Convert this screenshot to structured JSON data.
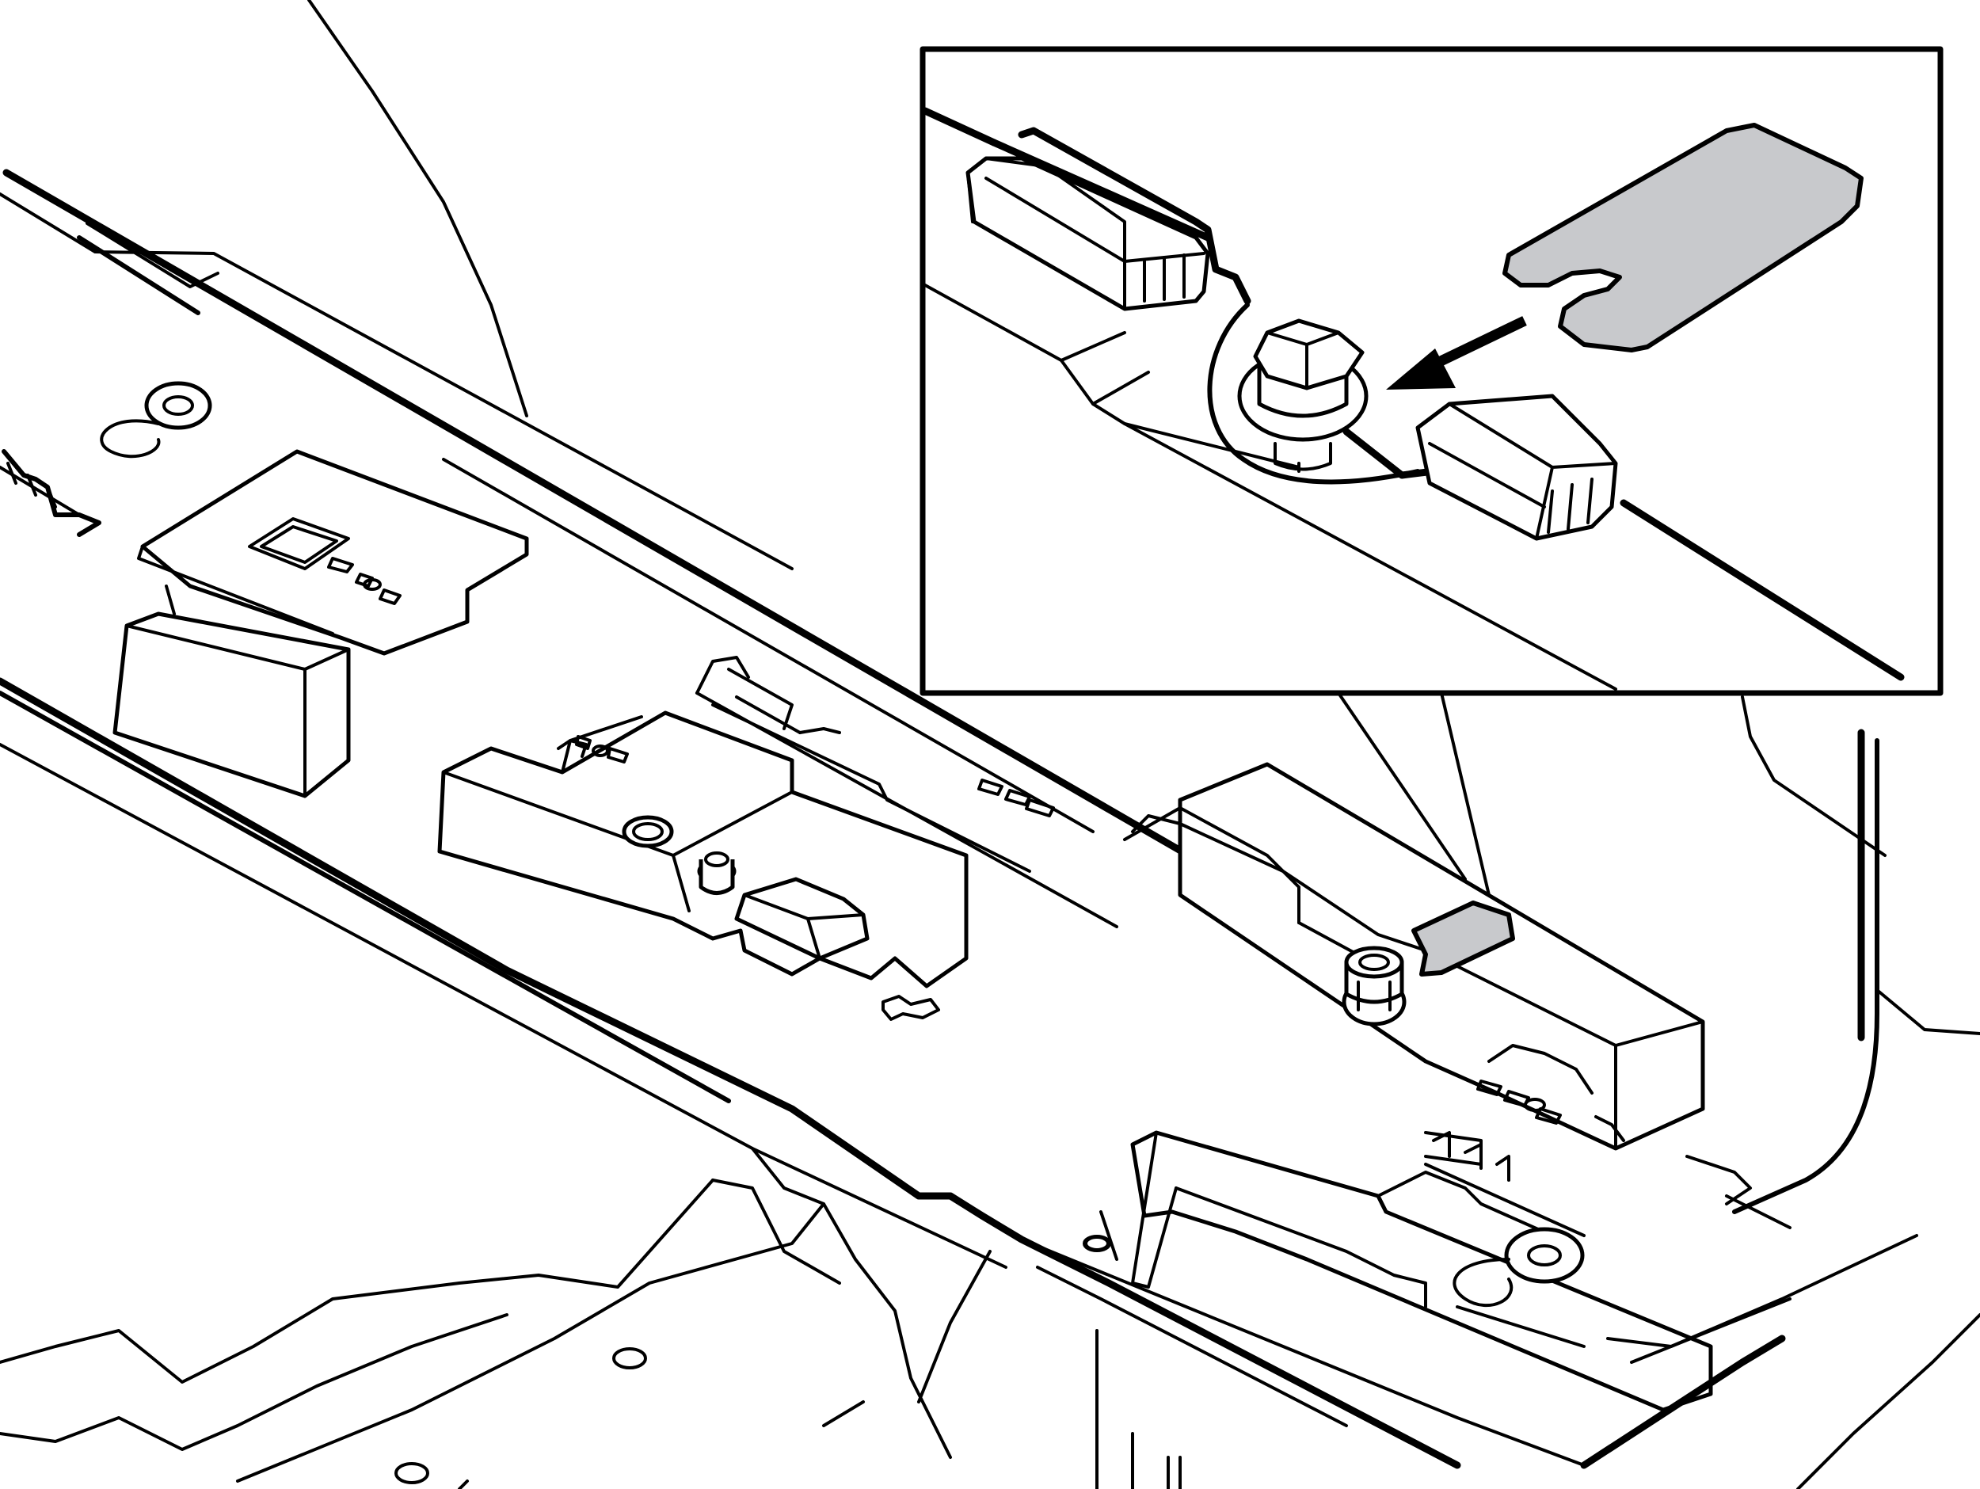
{
  "colors": {
    "line": "#000000",
    "background": "#ffffff",
    "highlight": "#c8c9cc"
  },
  "parts": {
    "shim_main": "shim-plate",
    "shim_detail": "shim-plate-detail",
    "bolt_main": "hex-flange-bolt",
    "bolt_detail": "hex-flange-bolt-detail",
    "arrow": "insertion-arrow"
  }
}
